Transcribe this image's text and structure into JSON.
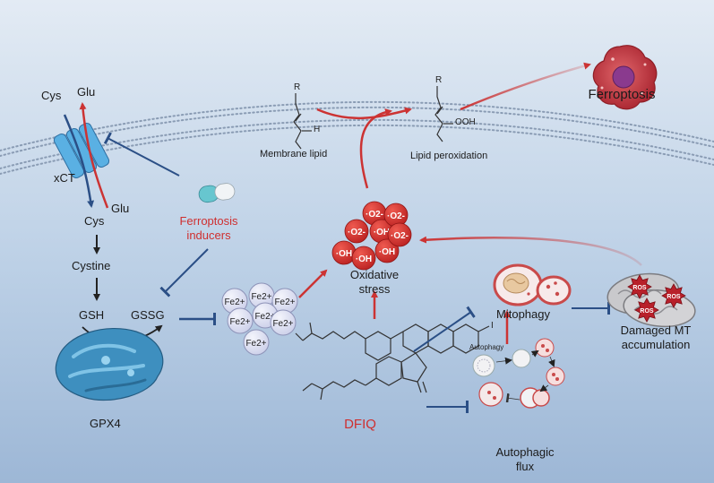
{
  "membrane": {
    "cys_top": "Cys",
    "glu_top": "Glu",
    "transporter": "xCT",
    "cys_bottom": "Cys",
    "glu_bottom": "Glu",
    "membrane_lipid": "Membrane lipid",
    "lipid_peroxidation": "Lipid peroxidation",
    "lipid_r1": "R",
    "lipid_r2": "R",
    "lipid_h": "H",
    "lipid_ooh": "OOH"
  },
  "outcome": {
    "ferroptosis": "Ferroptosis"
  },
  "pathway": {
    "cystine": "Cystine",
    "gsh": "GSH",
    "gssg": "GSSG",
    "gpx4": "GPX4"
  },
  "inducers": {
    "line1": "Ferroptosis",
    "line2": "inducers"
  },
  "iron": {
    "ions": [
      "Fe2+",
      "Fe2+",
      "Fe2+",
      "Fe2+",
      "Fe2+",
      "Fe2+",
      "Fe2+"
    ]
  },
  "stress": {
    "line1": "Oxidative",
    "line2": "stress",
    "radicals": [
      "·O2-",
      "·O2-",
      "·OH",
      "·O2-",
      "·OH",
      "·OH",
      "·OH",
      "·O2-"
    ]
  },
  "drug": {
    "name": "DFIQ",
    "atom_i": "I"
  },
  "mitophagy": {
    "label": "Mitophagy"
  },
  "damaged_mt": {
    "line1": "Damaged MT",
    "line2": "accumulation",
    "ros": [
      "ROS",
      "ROS",
      "ROS"
    ]
  },
  "autophagic_flux": {
    "line1": "Autophagic",
    "line2": "flux",
    "inset_title": "Autophagy"
  },
  "colors": {
    "background_top": "#dde7f2",
    "background_bottom": "#a7bfdb",
    "activation_arrow": "#cc3333",
    "inhibition_line": "#2b4f86",
    "iron_fill": "#dfe3f4",
    "ros_fill": "#d62f2f",
    "transporter": "#5ab0e3",
    "gpx4": "#3e8fbf"
  }
}
